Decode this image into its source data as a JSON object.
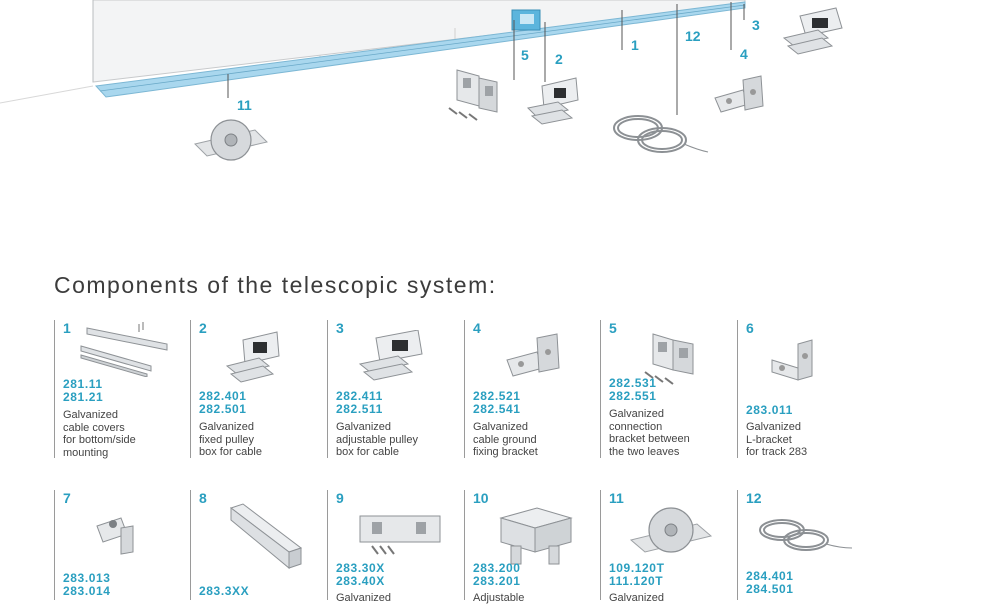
{
  "diagram": {
    "callouts": [
      "1",
      "2",
      "3",
      "4",
      "5",
      "11",
      "12"
    ]
  },
  "section": {
    "title": "Components of the telescopic system:"
  },
  "components": [
    {
      "num": "1",
      "codes": [
        "281.11",
        "281.21"
      ],
      "desc": [
        "Galvanized",
        "cable covers",
        "for bottom/side",
        "mounting"
      ]
    },
    {
      "num": "2",
      "codes": [
        "282.401",
        "282.501"
      ],
      "desc": [
        "Galvanized",
        "fixed pulley",
        "box for cable"
      ]
    },
    {
      "num": "3",
      "codes": [
        "282.411",
        "282.511"
      ],
      "desc": [
        "Galvanized",
        "adjustable pulley",
        "box for cable"
      ]
    },
    {
      "num": "4",
      "codes": [
        "282.521",
        "282.541"
      ],
      "desc": [
        "Galvanized",
        "cable ground",
        "fixing bracket"
      ]
    },
    {
      "num": "5",
      "codes": [
        "282.531",
        "282.551"
      ],
      "desc": [
        "Galvanized",
        "connection",
        "bracket between",
        "the two leaves"
      ]
    },
    {
      "num": "6",
      "codes": [
        "283.011"
      ],
      "desc": [
        "Galvanized",
        "L-bracket",
        "for track 283"
      ]
    },
    {
      "num": "7",
      "codes": [
        "283.013",
        "283.014"
      ],
      "desc": []
    },
    {
      "num": "8",
      "codes": [
        "283.3XX"
      ],
      "desc": []
    },
    {
      "num": "9",
      "codes": [
        "283.30X",
        "283.40X"
      ],
      "desc": [
        "Galvanized"
      ]
    },
    {
      "num": "10",
      "codes": [
        "283.200",
        "283.201"
      ],
      "desc": [
        "Adjustable"
      ]
    },
    {
      "num": "11",
      "codes": [
        "109.120T",
        "111.120T"
      ],
      "desc": [
        "Galvanized"
      ]
    },
    {
      "num": "12",
      "codes": [
        "284.401",
        "284.501"
      ],
      "desc": []
    }
  ],
  "colors": {
    "accent": "#2a9fc0",
    "text": "#3a3a3a",
    "track": "#a9d7ee"
  }
}
